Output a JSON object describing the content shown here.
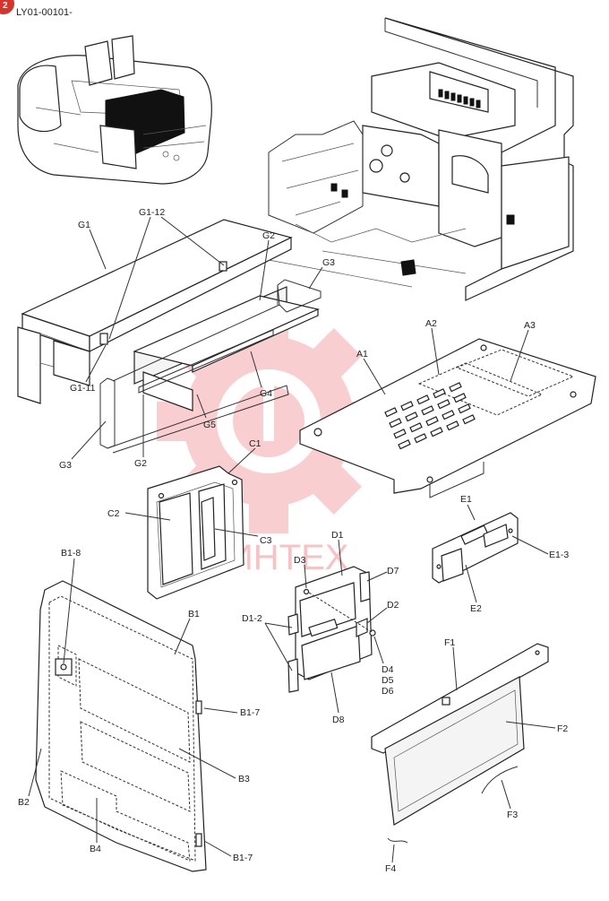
{
  "header": {
    "ref_code": "LY01-00101-",
    "badge_color": "#d9342b",
    "badge_icon": "red-corner-badge-icon"
  },
  "watermark": {
    "text": "ИНТЕХ",
    "color": "#e8545a"
  },
  "labels": {
    "G1": "G1",
    "G1_12": "G1-12",
    "G1_11": "G1-11",
    "G2_top": "G2",
    "G3_top": "G3",
    "G4": "G4",
    "G5": "G5",
    "G3_bottom": "G3",
    "G2_bottom": "G2",
    "A1": "A1",
    "A2": "A2",
    "A3": "A3",
    "C1": "C1",
    "C2": "C2",
    "C3": "C3",
    "D1": "D1",
    "D3": "D3",
    "D7": "D7",
    "D2": "D2",
    "D1_2": "D1-2",
    "D4": "D4",
    "D5": "D5",
    "D6": "D6",
    "D8": "D8",
    "E1": "E1",
    "E1_3": "E1-3",
    "E2": "E2",
    "B1_8": "B1-8",
    "B1": "B1",
    "B1_7_top": "B1-7",
    "B3": "B3",
    "B2": "B2",
    "B4": "B4",
    "B1_7_bottom": "B1-7",
    "F1": "F1",
    "F2": "F2",
    "F3": "F3",
    "F4": "F4"
  }
}
